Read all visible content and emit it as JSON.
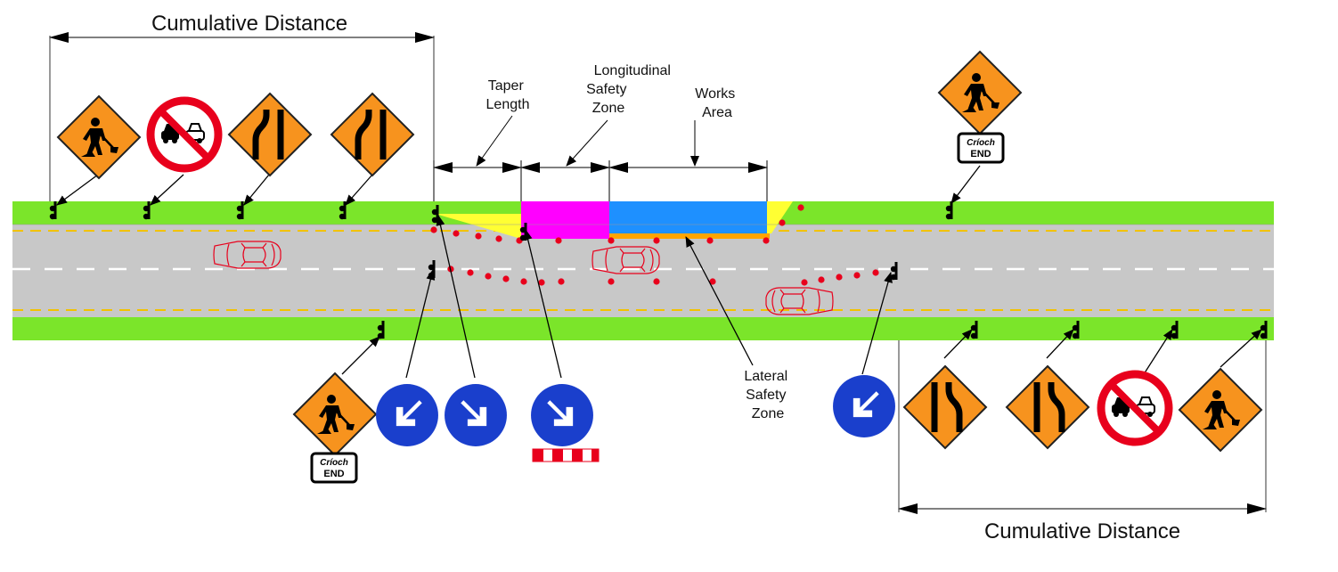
{
  "labels": {
    "cumulative_top": "Cumulative Distance",
    "cumulative_bottom": "Cumulative Distance",
    "taper": [
      "Taper",
      "Length"
    ],
    "longitudinal": [
      "Longitudinal",
      "Safety",
      "Zone"
    ],
    "works": [
      "Works",
      "Area"
    ],
    "lateral": [
      "Lateral",
      "Safety",
      "Zone"
    ]
  },
  "end_sign": {
    "irish": "Críoch",
    "english": "END"
  },
  "colors": {
    "verge": "#7be52a",
    "road": "#c8c8c8",
    "sign_orange": "#f7931e",
    "keep_left_blue": "#1a3fcc",
    "longitudinal_zone": "#ff00ff",
    "works_area": "#1e90ff",
    "lateral_zone": "#ffa500",
    "taper_fill": "#ffff33",
    "cone": "#e8001c"
  },
  "icons": {
    "roadworks": "roadworks-worker-icon",
    "no_overtaking": "no-overtaking-icon",
    "lane_narrows": "lane-narrows-icon",
    "keep_left": "keep-left-arrow-icon"
  }
}
